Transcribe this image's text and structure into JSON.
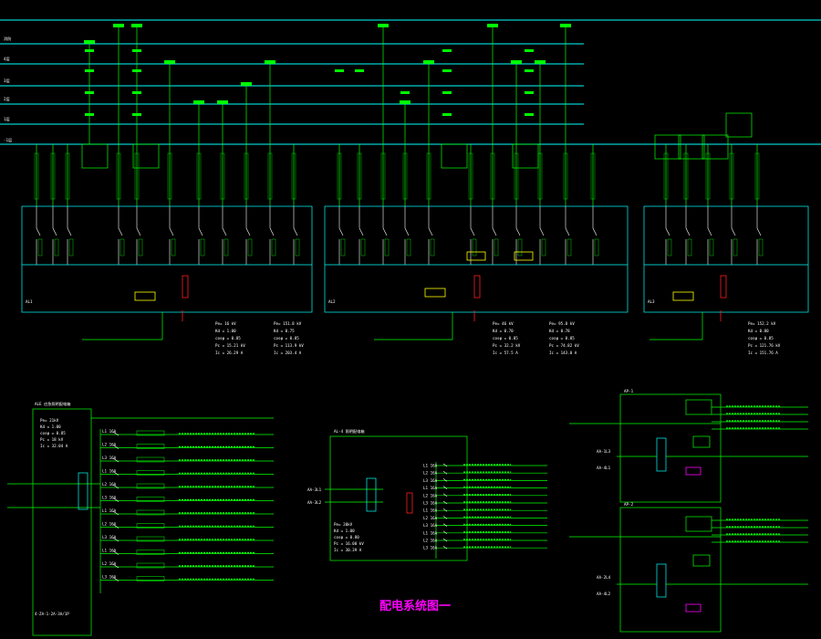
{
  "title": "配电系统图一",
  "colors": {
    "background": "#000000",
    "bus": "#00ffff",
    "wire": "#00ff00",
    "text": "#ffffff",
    "title": "#ff00ff",
    "meter": "#ffff00",
    "alarm": "#ff2020"
  },
  "bus_labels": [
    "消防",
    "4层",
    "3层",
    "2层",
    "1层",
    "-1层"
  ],
  "panels": [
    {
      "name": "AL1",
      "totals": [
        "Pe= 16 kV",
        "Kd = 1.00",
        "cosφ = 0.85",
        "Pc = 15.21 kV",
        "Ic = 26.29 A"
      ],
      "totals_right": [
        "Pe= 151.8 kV",
        "Kd = 0.75",
        "cosφ = 0.85",
        "Pc = 113.9 kV",
        "Ic = 203.4 A"
      ]
    },
    {
      "name": "AL2",
      "totals": [
        "Pe= 46 kV",
        "Kd = 0.70",
        "cosφ = 0.85",
        "Pc = 32.2 kV",
        "Ic = 57.5 A"
      ],
      "totals_right": [
        "Pe= 95.8 kV",
        "Kd = 0.78",
        "cosφ = 0.85",
        "Pc = 74.82 kV",
        "Ic = 143.0 A"
      ]
    },
    {
      "name": "AL3",
      "totals_right": [
        "Pe= 152.2 kV",
        "Kd = 0.80",
        "cosφ = 0.85",
        "Pc = 121.76 kV",
        "Ic = 151.76 A"
      ]
    }
  ],
  "schedule_a": {
    "header": "ALE 应急照明配电箱",
    "totals": [
      "Pe= 21kV",
      "Kd = 1.00",
      "cosφ = 0.85",
      "Pc = 18 kV",
      "Ic = 32.04 A"
    ],
    "rows": [
      "L1 16A",
      "L2 16A",
      "L3 16A",
      "L1 16A",
      "L2 16A",
      "L3 16A",
      "L1 16A",
      "L2 16A",
      "L3 16A",
      "L1 16A",
      "L2 16A",
      "L3 16A"
    ],
    "footer": "4-ZA-1-2A-3A/1P"
  },
  "schedule_b": {
    "header": "AL-4 照明配电箱",
    "totals": [
      "Pe= 20kV",
      "Kd = 1.00",
      "cosφ = 0.80",
      "Pc = 16.00 kV",
      "Ic = 30.39 A"
    ],
    "left_inputs": [
      "AA-3L1",
      "AA-3L2"
    ],
    "rows": [
      "L1 16A",
      "L2 16A",
      "L3 16A",
      "L1 16A",
      "L2 16A",
      "L3 16A",
      "L1 16A",
      "L2 16A",
      "L3 16A",
      "L1 16A",
      "L2 16A",
      "L3 16A"
    ]
  },
  "motor_panels": [
    {
      "name": "AP-1",
      "inputs": [
        "AA-1L3",
        "AA-4L1"
      ]
    },
    {
      "name": "AP-2",
      "inputs": [
        "AA-2L4",
        "AA-4L2"
      ]
    }
  ]
}
